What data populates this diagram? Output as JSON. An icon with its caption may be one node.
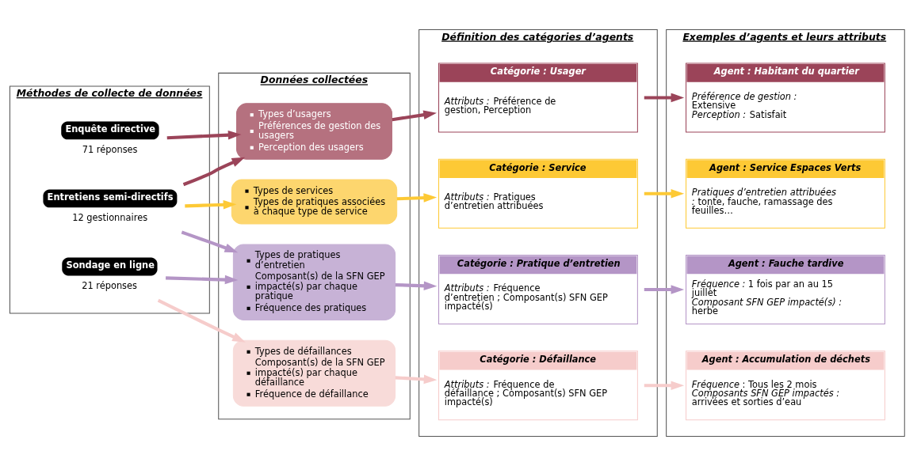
{
  "diagram": {
    "nodes": [
      {
        "text": [
          "Méthodes de collecte de données"
        ]
      },
      {
        "text": [
          "Enquête directive"
        ],
        "beside": [
          "71 réponses"
        ],
        "in": 0
      },
      {
        "text": [
          "Entretiens semi-directifs"
        ],
        "beside": [
          "12 gestionnaires"
        ],
        "in": 0
      },
      {
        "text": [
          "Sondage en ligne"
        ],
        "beside": [
          "21 réponses"
        ],
        "in": 0
      },
      {
        "text": [
          "Données collectées"
        ]
      },
      {
        "text": [
          "Types d’usagers",
          "Préférences de gestion des usagers",
          "Perception des usagers"
        ],
        "in": 4
      },
      {
        "text": [
          "Types de services",
          "Types de pratiques associées à chaque type de service"
        ],
        "in": 4
      },
      {
        "text": [
          "Types de pratiques d’entretien",
          "Composant(s) de la SFN GEP impacté(s) par chaque pratique",
          "Fréquence des pratiques"
        ],
        "in": 4
      },
      {
        "text": [
          "Types de défaillances",
          "Composant(s) de la SFN GEP impacté(s) par chaque défaillance",
          "Fréquence de défaillance"
        ],
        "in": 4
      },
      {
        "text": [
          "Définition des catégories d’agents"
        ]
      },
      {
        "text": [
          "Catégorie : Usager",
          "*Attributs :* Préférence de gestion, Perception"
        ],
        "in": 9
      },
      {
        "text": [
          "Catégorie : Service",
          "*Attributs :* Pratiques d’entretien attribuées"
        ],
        "in": 9
      },
      {
        "text": [
          "Catégorie : Pratique d’entretien",
          "*Attributs :* Fréquence d’entretien ; Composant(s) SFN GEP impacté(s)"
        ],
        "in": 9
      },
      {
        "text": [
          "Catégorie : Défaillance",
          "*Attributs :* Fréquence de défaillance ; Composant(s) SFN GEP impacté(s)"
        ],
        "in": 9
      },
      {
        "text": [
          "Exemples d’agents et leurs attributs"
        ]
      },
      {
        "text": [
          "Agent : Habitant du quartier",
          "*Préférence de gestion :* Extensive",
          "*Perception :* Satisfait"
        ],
        "in": 14
      },
      {
        "text": [
          "Agent : Service Espaces Verts",
          "*Pratiques d’entretien attribuées :* tonte, fauche, ramassage des feuilles…"
        ],
        "in": 14
      },
      {
        "text": [
          "Agent : Fauche tardive",
          "*Fréquence :* 1 fois par an au 15 juillet",
          "*Composant SFN GEP impacté(s) :* herbe"
        ],
        "in": 14
      },
      {
        "text": [
          "Agent : Accumulation de déchets",
          "*Fréquence* : Tous les 2 mois",
          "*Composants SFN GEP impactés :* arrivées et sorties d’eau"
        ],
        "in": 14
      }
    ],
    "edges": [
      {
        "from": 1,
        "to": 5,
        "arrow": "to",
        "color": "#9b4459"
      },
      {
        "from": 2,
        "to": 5,
        "arrow": "to",
        "color": "#9b4459"
      },
      {
        "from": 2,
        "to": 6,
        "arrow": "to",
        "color": "#fdc935"
      },
      {
        "from": 2,
        "to": 7,
        "arrow": "to",
        "color": "#b495c6"
      },
      {
        "from": 3,
        "to": 7,
        "arrow": "to",
        "color": "#b495c6"
      },
      {
        "from": 3,
        "to": 8,
        "arrow": "to",
        "color": "#f6cccb"
      },
      {
        "from": 5,
        "to": 10,
        "arrow": "to",
        "color": "#9b4459"
      },
      {
        "from": 6,
        "to": 11,
        "arrow": "to",
        "color": "#fdc935"
      },
      {
        "from": 7,
        "to": 12,
        "arrow": "to",
        "color": "#b495c6"
      },
      {
        "from": 8,
        "to": 13,
        "arrow": "to",
        "color": "#f6cccb"
      },
      {
        "from": 10,
        "to": 15,
        "arrow": "to",
        "color": "#9b4459"
      },
      {
        "from": 11,
        "to": 16,
        "arrow": "to",
        "color": "#fdc935"
      },
      {
        "from": 12,
        "to": 17,
        "arrow": "to",
        "color": "#b495c6"
      },
      {
        "from": 13,
        "to": 18,
        "arrow": "to",
        "color": "#f6cccb"
      }
    ]
  }
}
